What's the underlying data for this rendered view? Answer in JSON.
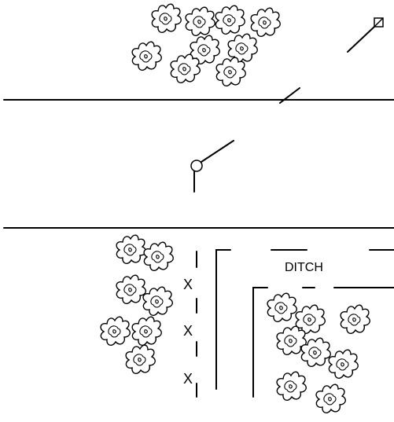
{
  "labels": {
    "ditch": "DITCH",
    "fence_mark_1": "X",
    "fence_mark_2": "X",
    "fence_mark_3": "X"
  }
}
